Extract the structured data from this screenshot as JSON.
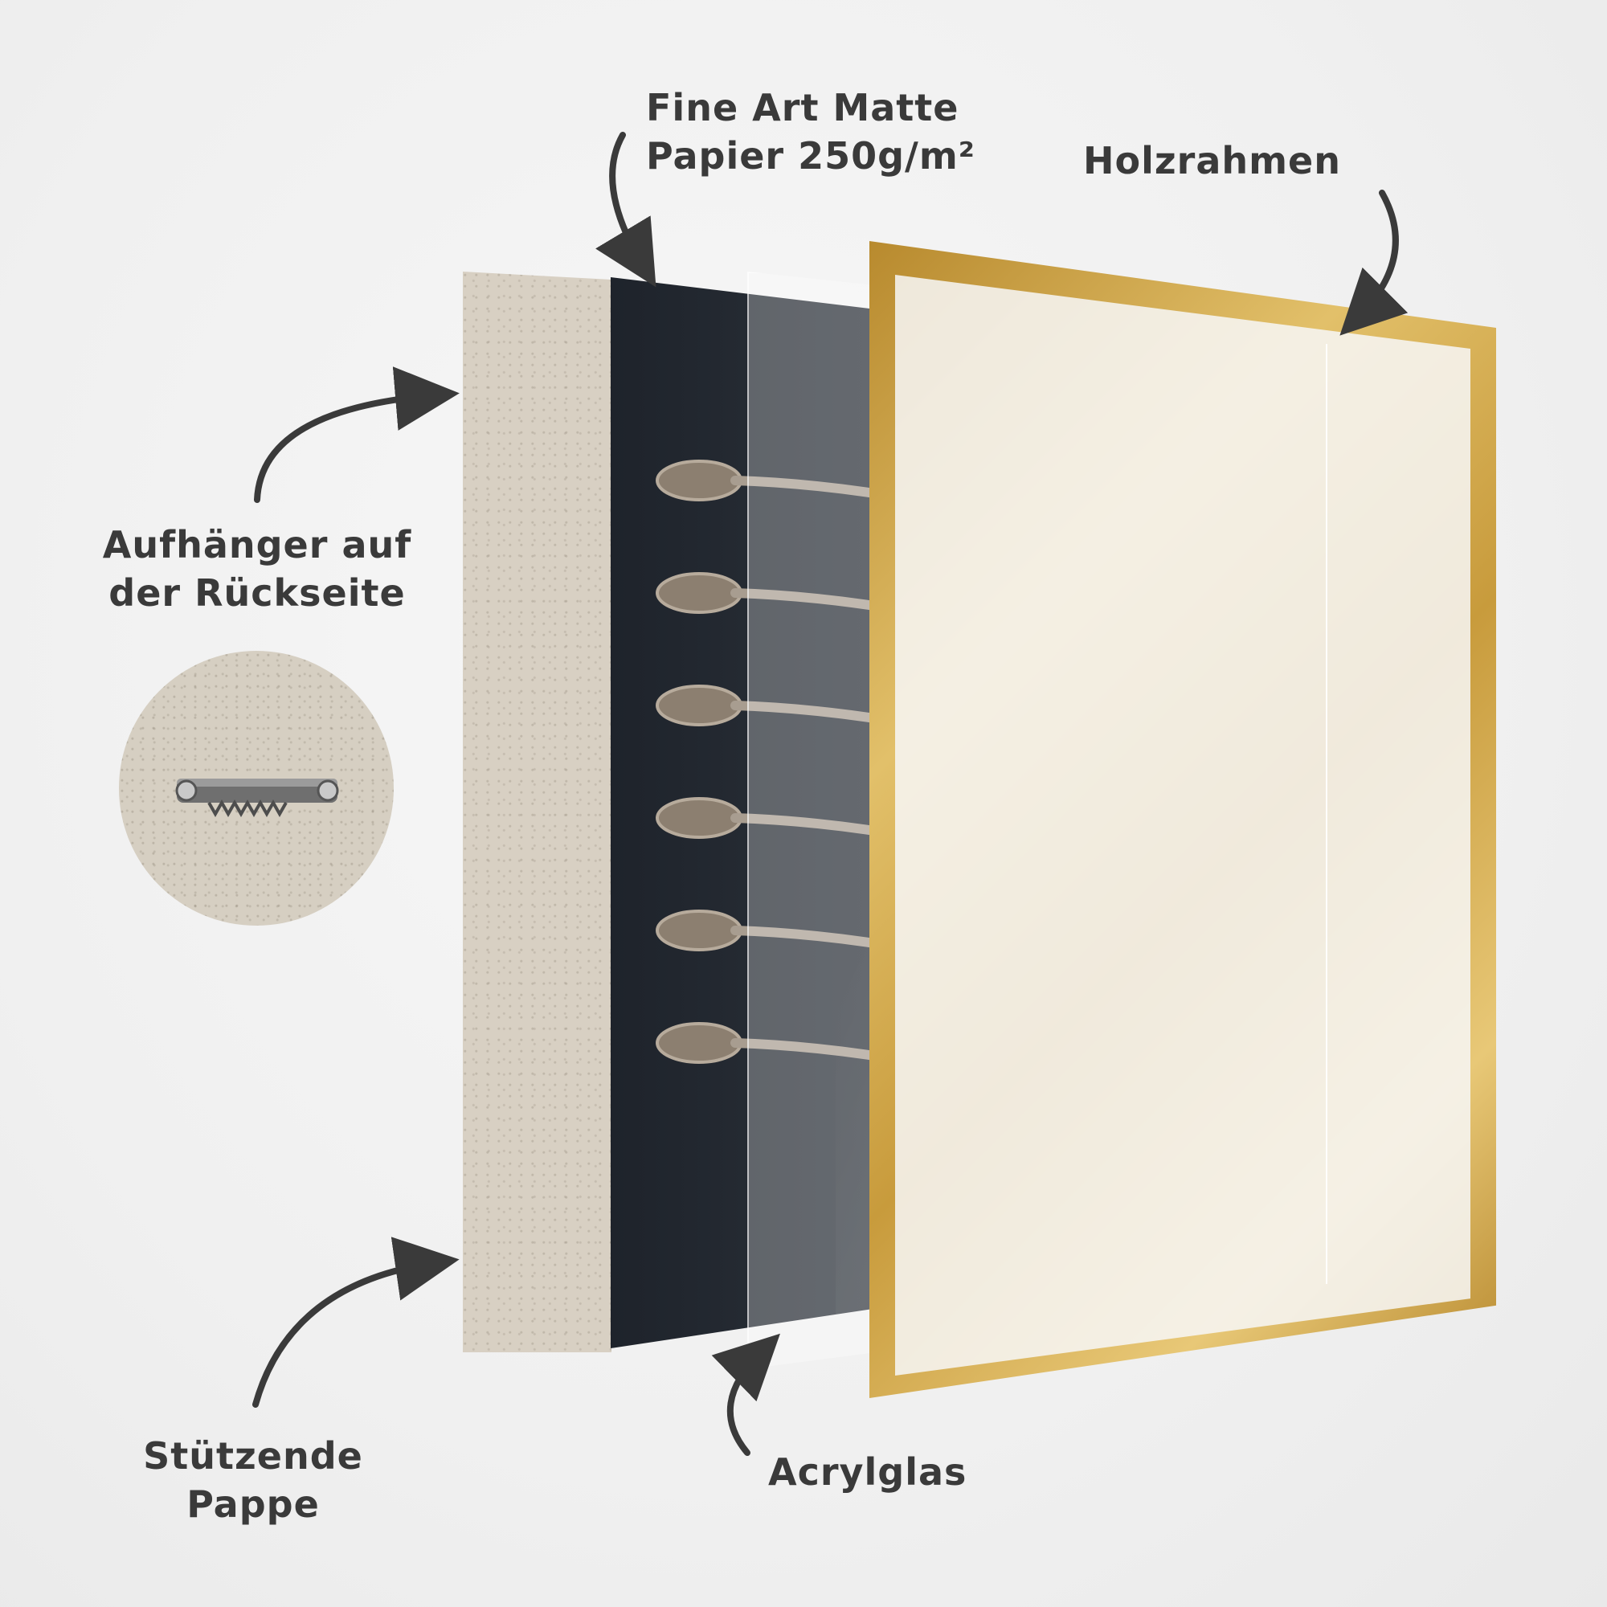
{
  "labels": {
    "paper_line1": "Fine Art Matte",
    "paper_line2": "Papier 250g/m²",
    "frame": "Holzrahmen",
    "hanger_line1": "Aufhänger auf",
    "hanger_line2": "der Rückseite",
    "board_line1": "Stützende",
    "board_line2": "Pappe",
    "acrylic": "Acrylglas"
  },
  "icons": [
    "arrow-icon",
    "sawtooth-hanger-icon",
    "spoon-icon"
  ],
  "colors": {
    "text": "#3a3a3a",
    "frame_gold": "#d4ab52",
    "cardboard": "#d8d0c3",
    "paper_dark": "#252a31"
  },
  "spices": [
    "#d9a21e",
    "#b8381f",
    "#8fa04c",
    "#8a4a25",
    "#6b5a2e",
    "#a58a52"
  ]
}
